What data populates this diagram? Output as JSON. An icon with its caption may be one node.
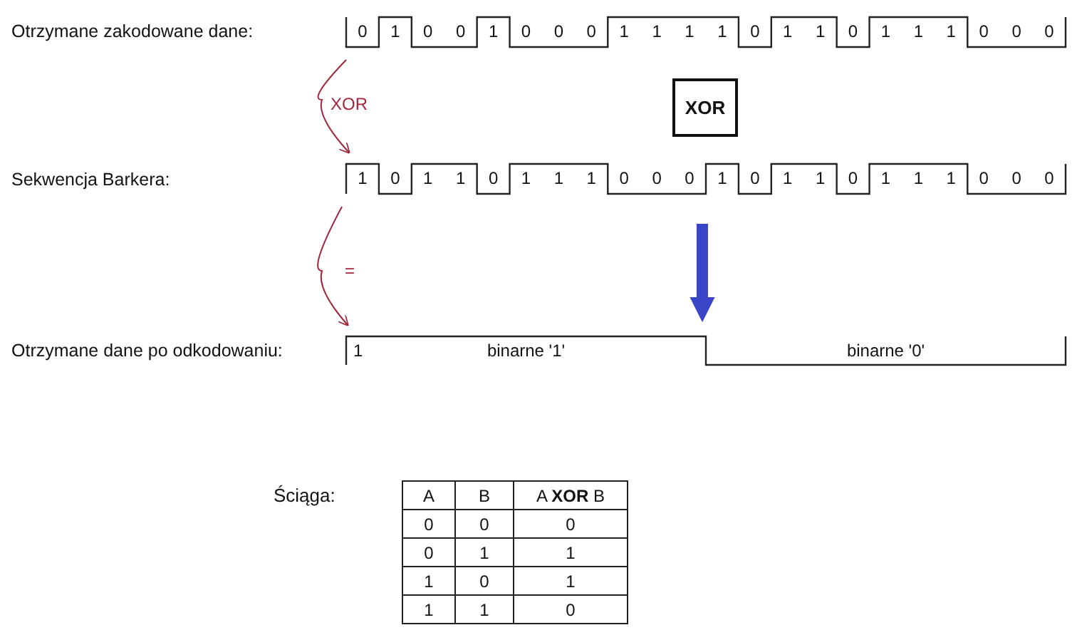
{
  "diagram": {
    "nodes": [
      {
        "text": [
          "0",
          "1",
          "0",
          "0",
          "1",
          "0",
          "0",
          "0",
          "1",
          "1",
          "1",
          "1",
          "0",
          "1",
          "1",
          "0",
          "1",
          "1",
          "1",
          "0",
          "0",
          "0"
        ]
      },
      {
        "text": [
          "1",
          "0",
          "1",
          "1",
          "0",
          "1",
          "1",
          "1",
          "0",
          "0",
          "0",
          "1",
          "0",
          "1",
          "1",
          "0",
          "1",
          "1",
          "1",
          "0",
          "0",
          "0"
        ]
      },
      {
        "text": [
          "1",
          "binarne '1'",
          "binarne '0'"
        ]
      },
      {
        "text": [
          "XOR"
        ]
      }
    ],
    "edges": [
      {
        "from": 0,
        "to": 1,
        "arrow": "to",
        "label": "XOR",
        "color": "#a0283c"
      },
      {
        "from": 1,
        "to": 2,
        "arrow": "to",
        "label": "=",
        "color": "#a0283c"
      },
      {
        "from": 1,
        "to": 2,
        "arrow": "to",
        "style": "thick",
        "color": "#3a45c8"
      }
    ],
    "labels": [
      "Otrzymane zakodowane dane:",
      "Sekwencja Barkera:",
      "Otrzymane dane po odkodowaniu:",
      "Ściąga:",
      "A",
      "B",
      "A **XOR** B",
      "0",
      "0",
      "0",
      "0",
      "1",
      "1",
      "1",
      "0",
      "1",
      "1",
      "1",
      "0"
    ]
  }
}
